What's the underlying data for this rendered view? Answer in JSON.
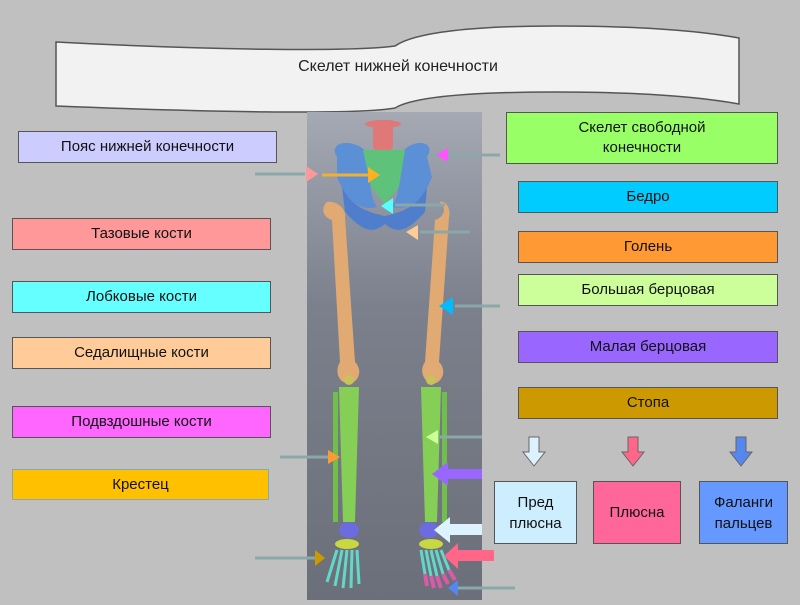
{
  "title": "Скелет нижней конечности",
  "left_labels": [
    {
      "text": "Пояс нижней конечности",
      "color": "#ccccff"
    },
    {
      "text": "Тазовые кости",
      "color": "#ff9999"
    },
    {
      "text": "Лобковые кости",
      "color": "#66ffff"
    },
    {
      "text": "Седалищные кости",
      "color": "#ffcc99"
    },
    {
      "text": "Подвздошные кости",
      "color": "#ff66ff"
    },
    {
      "text": "Крестец",
      "color": "#ffc000"
    }
  ],
  "right_labels": [
    {
      "text": "Скелет свободной конечности",
      "color": "#99ff66"
    },
    {
      "text": "Бедро",
      "color": "#00ccff"
    },
    {
      "text": "Голень",
      "color": "#ff9933"
    },
    {
      "text": "Большая берцовая",
      "color": "#ccff99"
    },
    {
      "text": "Малая берцовая",
      "color": "#9966ff"
    },
    {
      "text": "Стопа",
      "color": "#cc9900"
    }
  ],
  "foot_parts": [
    {
      "text": "Пред плюсна",
      "color": "#cceeff",
      "arrow_color": "#ddf2ff"
    },
    {
      "text": "Плюсна",
      "color": "#ff6699",
      "arrow_color": "#ff6688"
    },
    {
      "text": "Фаланги пальцев",
      "color": "#6699ff",
      "arrow_color": "#5588ee"
    }
  ]
}
